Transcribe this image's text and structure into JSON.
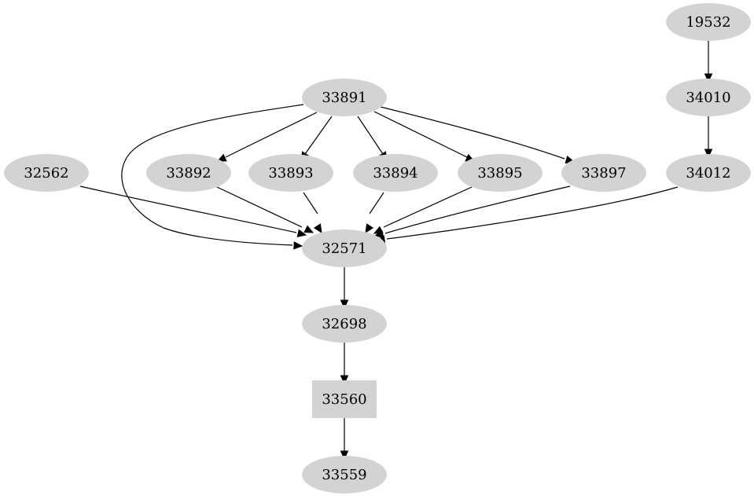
{
  "graph": {
    "style": {
      "node_fill": "#d3d3d3",
      "edge_color": "#000000",
      "background": "#ffffff"
    },
    "nodes": [
      {
        "id": "19532",
        "label": "19532",
        "shape": "ellipse"
      },
      {
        "id": "34010",
        "label": "34010",
        "shape": "ellipse"
      },
      {
        "id": "33891",
        "label": "33891",
        "shape": "ellipse"
      },
      {
        "id": "34012",
        "label": "34012",
        "shape": "ellipse"
      },
      {
        "id": "32562",
        "label": "32562",
        "shape": "ellipse"
      },
      {
        "id": "33892",
        "label": "33892",
        "shape": "ellipse"
      },
      {
        "id": "33893",
        "label": "33893",
        "shape": "ellipse"
      },
      {
        "id": "33894",
        "label": "33894",
        "shape": "ellipse"
      },
      {
        "id": "33895",
        "label": "33895",
        "shape": "ellipse"
      },
      {
        "id": "33897",
        "label": "33897",
        "shape": "ellipse"
      },
      {
        "id": "32571",
        "label": "32571",
        "shape": "ellipse"
      },
      {
        "id": "32698",
        "label": "32698",
        "shape": "ellipse"
      },
      {
        "id": "33560",
        "label": "33560",
        "shape": "box"
      },
      {
        "id": "33559",
        "label": "33559",
        "shape": "ellipse"
      }
    ],
    "edges": [
      {
        "from": "19532",
        "to": "34010"
      },
      {
        "from": "34010",
        "to": "34012"
      },
      {
        "from": "33891",
        "to": "32571"
      },
      {
        "from": "33891",
        "to": "33892"
      },
      {
        "from": "33891",
        "to": "33893"
      },
      {
        "from": "33891",
        "to": "33894"
      },
      {
        "from": "33891",
        "to": "33895"
      },
      {
        "from": "33891",
        "to": "33897"
      },
      {
        "from": "32562",
        "to": "32571"
      },
      {
        "from": "33892",
        "to": "32571"
      },
      {
        "from": "33893",
        "to": "32571"
      },
      {
        "from": "33894",
        "to": "32571"
      },
      {
        "from": "33895",
        "to": "32571"
      },
      {
        "from": "33897",
        "to": "32571"
      },
      {
        "from": "34012",
        "to": "32571"
      },
      {
        "from": "32571",
        "to": "32698"
      },
      {
        "from": "32698",
        "to": "33560"
      },
      {
        "from": "33560",
        "to": "33559"
      }
    ]
  }
}
